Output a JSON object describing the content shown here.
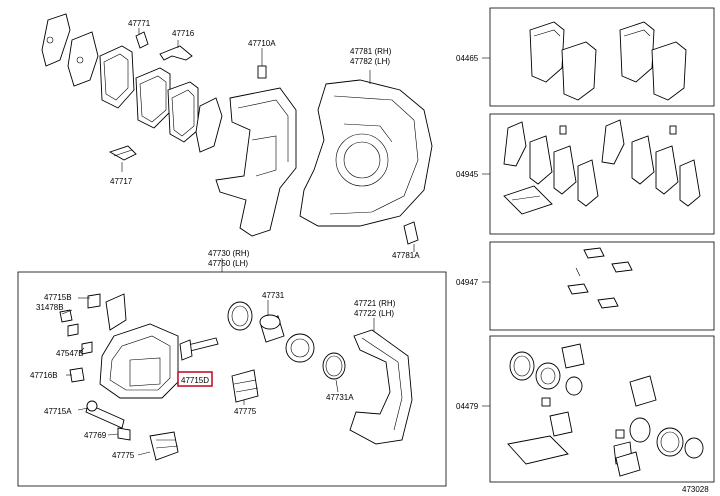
{
  "labels": {
    "p47771": "47771",
    "p47716": "47716",
    "p47710A": "47710A",
    "p47781": "47781 (RH)",
    "p47782": "47782 (LH)",
    "p47717": "47717",
    "p47781A": "47781A",
    "p47730": "47730 (RH)",
    "p47750": "47750 (LH)",
    "p47715B": "47715B",
    "p31478B": "31478B",
    "p47547B": "47547B",
    "p47716B": "47716B",
    "p47715A": "47715A",
    "p47769": "47769",
    "p47775a": "47775",
    "p47775b": "47775",
    "p47731": "47731",
    "p47731A": "47731A",
    "p47721": "47721 (RH)",
    "p47722": "47722 (LH)",
    "p47715D": "47715D",
    "k04465": "04465",
    "k04945": "04945",
    "k04947": "04947",
    "k04479": "04479",
    "fig": "473028"
  }
}
